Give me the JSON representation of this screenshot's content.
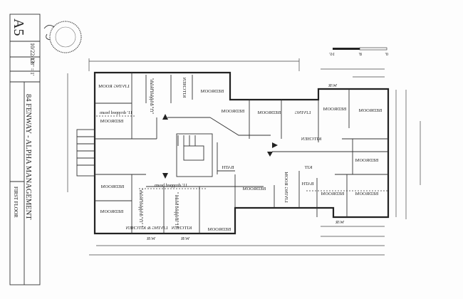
{
  "title_block": {
    "sheet": "A5",
    "date": "10/22/13",
    "scale": "1/8\" = 1'",
    "project": "84 FENWAY - ALPHA MANAGEMENT",
    "drawing": "FIRST FLOOR"
  },
  "scale_bar": {
    "ticks": [
      "0'",
      "8'",
      "16'"
    ]
  },
  "rooms": [
    {
      "label": "LIVING ROOM"
    },
    {
      "label": "KITCHEN"
    },
    {
      "label": "BEDROOM"
    },
    {
      "label": "BEDROOM"
    },
    {
      "label": "BEDROOM"
    },
    {
      "label": "BATH"
    },
    {
      "label": "BEDROOM"
    },
    {
      "label": "BEDROOM"
    },
    {
      "label": "LIVING & KITCHEN"
    },
    {
      "label": "KITCHEN"
    },
    {
      "label": "BEDROOM"
    },
    {
      "label": "BEDROOM"
    },
    {
      "label": "BEDROOM"
    },
    {
      "label": "LIVING"
    },
    {
      "label": "BEDROOM"
    },
    {
      "label": "BEDROOM"
    },
    {
      "label": "KITCHEN"
    },
    {
      "label": "BEDROOM"
    },
    {
      "label": "LIVING ROOM"
    },
    {
      "label": "BATH"
    },
    {
      "label": "KIT"
    },
    {
      "label": "BEDROOM"
    },
    {
      "label": "BEDROOM"
    },
    {
      "label": "W/R"
    },
    {
      "label": "W/R"
    },
    {
      "label": "W/R"
    },
    {
      "label": "W/R"
    }
  ],
  "beams": [
    {
      "label": "11' dropped beam"
    },
    {
      "label": "11' dropped beam"
    },
    {
      "label": "11' dropped beam"
    },
    {
      "label": "11' dropped beam"
    },
    {
      "label": "11' dropped beam"
    }
  ]
}
